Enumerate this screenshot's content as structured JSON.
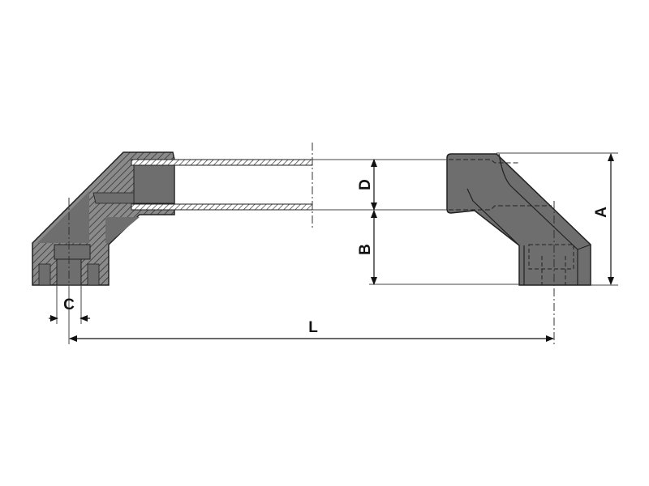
{
  "drawing": {
    "dimensions": {
      "A": "A",
      "B": "B",
      "C": "C",
      "D": "D",
      "L": "L"
    },
    "colors": {
      "body": "#6e6e6e",
      "line": "#222222",
      "background": "#ffffff"
    }
  }
}
